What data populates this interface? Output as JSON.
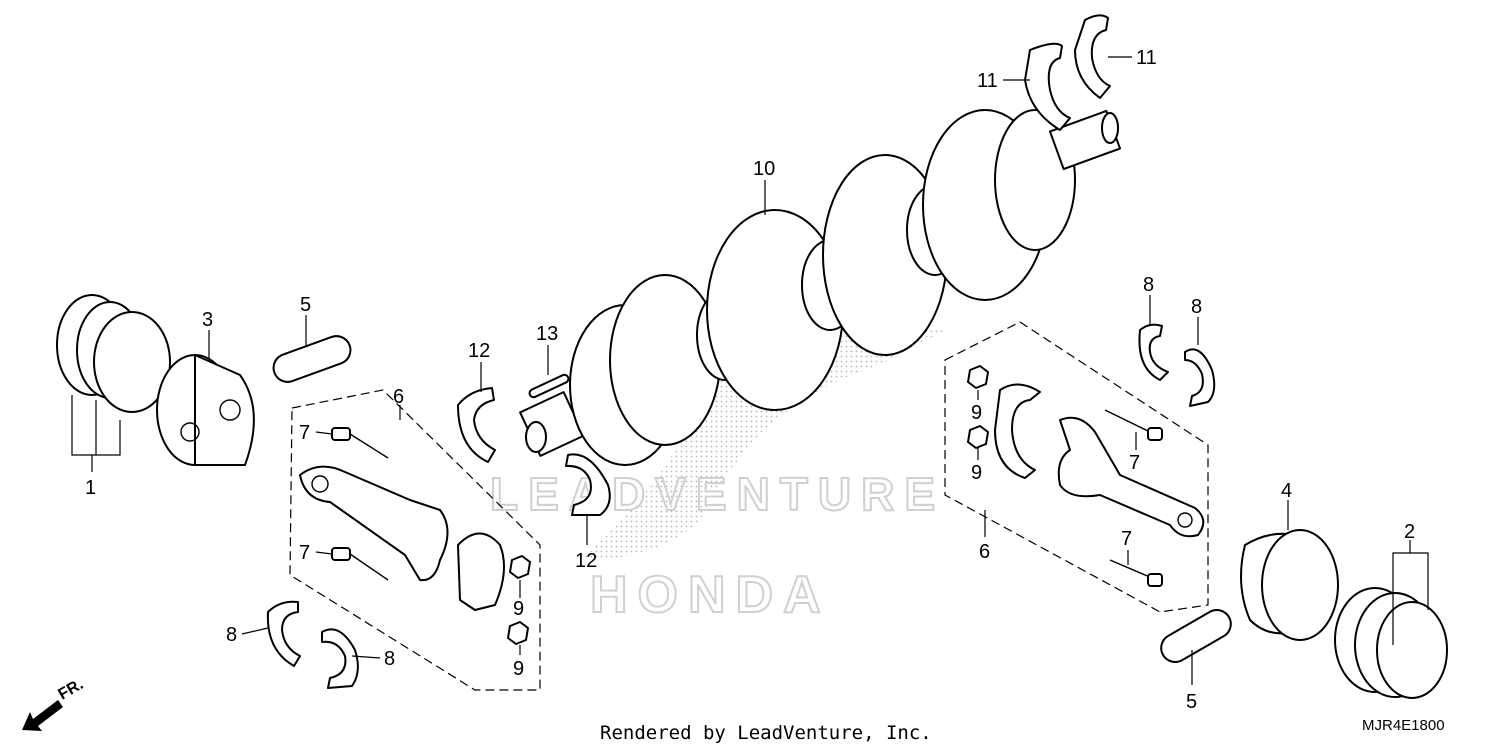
{
  "diagram": {
    "callouts": {
      "c1": "1",
      "c2": "2",
      "c3": "3",
      "c4": "4",
      "c5a": "5",
      "c5b": "5",
      "c6a": "6",
      "c6b": "6",
      "c7a": "7",
      "c7b": "7",
      "c7c": "7",
      "c7d": "7",
      "c8a": "8",
      "c8b": "8",
      "c8c": "8",
      "c8d": "8",
      "c9a": "9",
      "c9b": "9",
      "c9c": "9",
      "c9d": "9",
      "c10": "10",
      "c11a": "11",
      "c11b": "11",
      "c12a": "12",
      "c12b": "12",
      "c13": "13"
    },
    "front_arrow_label": "FR.",
    "diagram_code": "MJR4E1800",
    "watermark_brand": "HONDA",
    "watermark_vendor": "LEADVENTURE",
    "footer_credit": "Rendered by LeadVenture, Inc."
  }
}
